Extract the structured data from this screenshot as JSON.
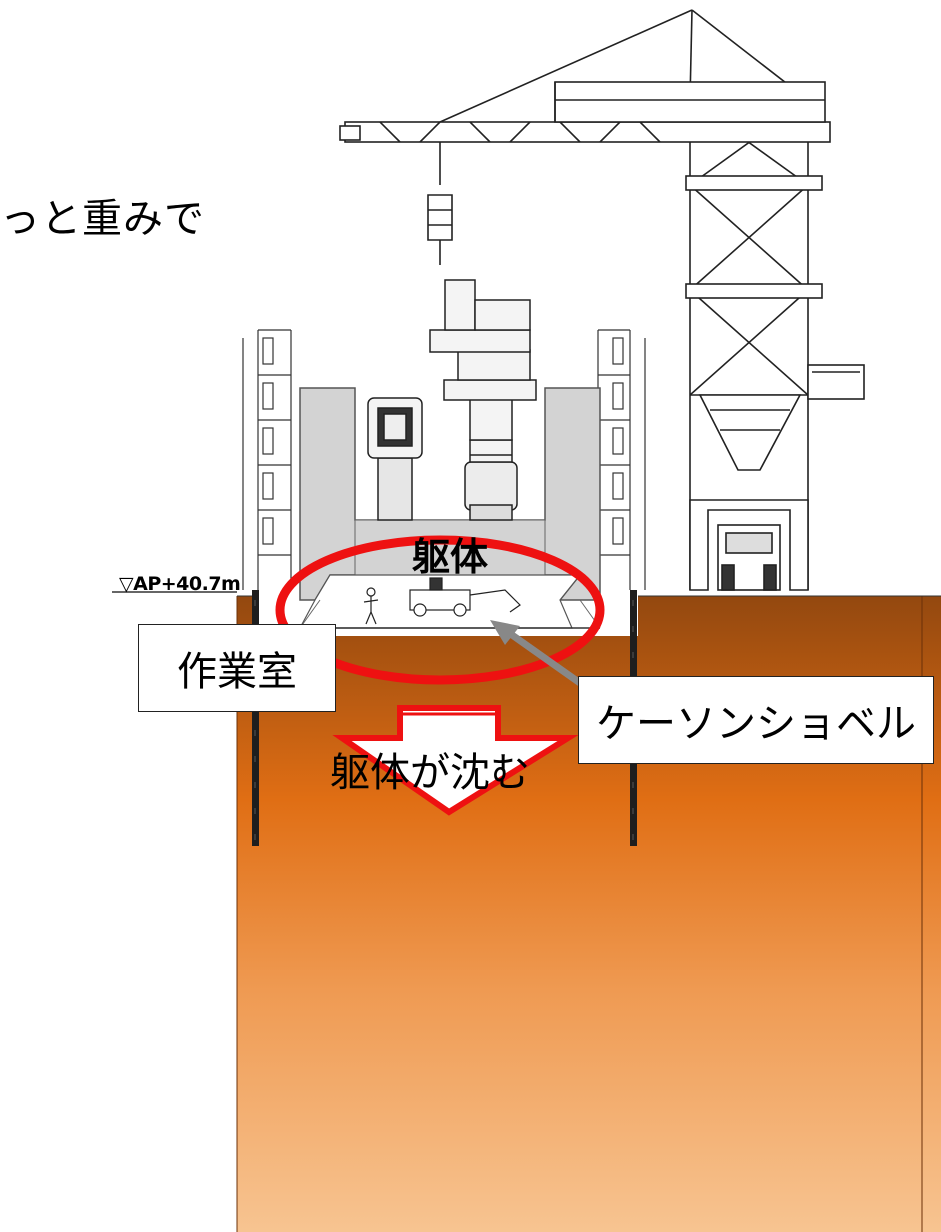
{
  "intro_text": "っと重みで",
  "elevation_label": "▽AP+40.7m",
  "caisson_body_label": "躯体",
  "working_chamber_label": "作業室",
  "caisson_shovel_label": "ケーソンショベル",
  "sinking_label": "躯体が沈む",
  "colors": {
    "ground_top": "#9a4d12",
    "ground_mid": "#e06e14",
    "ground_bottom": "#f6bd87",
    "highlight_ring": "#ee1111",
    "pointer_arrow": "#888888",
    "structure_gray": "#d3d3d3"
  },
  "icons": {
    "crane": "tower-crane-icon",
    "arrow": "down-arrow-icon"
  }
}
